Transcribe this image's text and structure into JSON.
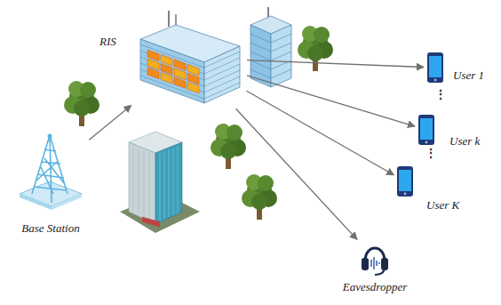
{
  "diagram": {
    "nodes": [
      {
        "text": [
          "RIS"
        ]
      },
      {
        "text": [
          "Base Station"
        ]
      },
      {
        "text": [
          "User 1"
        ]
      },
      {
        "text": [
          "User k"
        ]
      },
      {
        "text": [
          "User K"
        ]
      },
      {
        "text": [
          "Eavesdropper"
        ]
      }
    ],
    "edges": [
      {
        "from": 1,
        "to": 0,
        "arrow": "to"
      },
      {
        "from": 0,
        "to": 2,
        "arrow": "to"
      },
      {
        "from": 0,
        "to": 3,
        "arrow": "to"
      },
      {
        "from": 0,
        "to": 4,
        "arrow": "to"
      },
      {
        "from": 0,
        "to": 5,
        "arrow": "to"
      }
    ],
    "labels": [
      "⋮",
      "⋮"
    ]
  }
}
